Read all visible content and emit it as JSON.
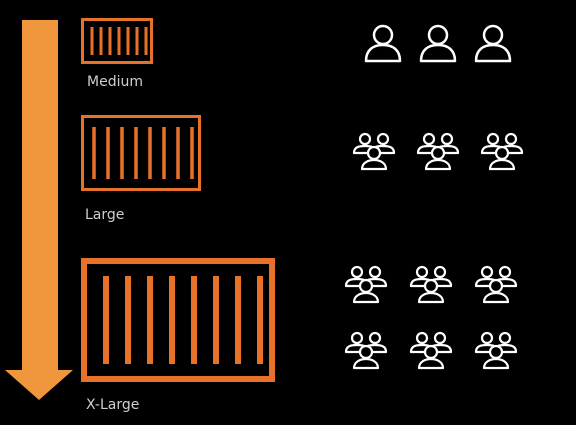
{
  "colors": {
    "background": "#000000",
    "arrow": "#f0963c",
    "container_stroke": "#e8712a",
    "person_icon": "#ffffff",
    "label_text": "#cfcfcf"
  },
  "tiers": [
    {
      "label": "Medium",
      "container_icon": "shipping-container-icon",
      "slats": 7,
      "user_icon": "person-icon",
      "user_icon_count": 3
    },
    {
      "label": "Large",
      "container_icon": "shipping-container-icon",
      "slats": 8,
      "user_icon": "group-of-people-icon",
      "user_icon_count": 3
    },
    {
      "label": "X-Large",
      "container_icon": "shipping-container-icon",
      "slats": 8,
      "user_icon": "group-of-people-icon",
      "user_icon_count": 6
    }
  ],
  "arrow": {
    "icon": "down-arrow-icon",
    "direction": "down"
  }
}
